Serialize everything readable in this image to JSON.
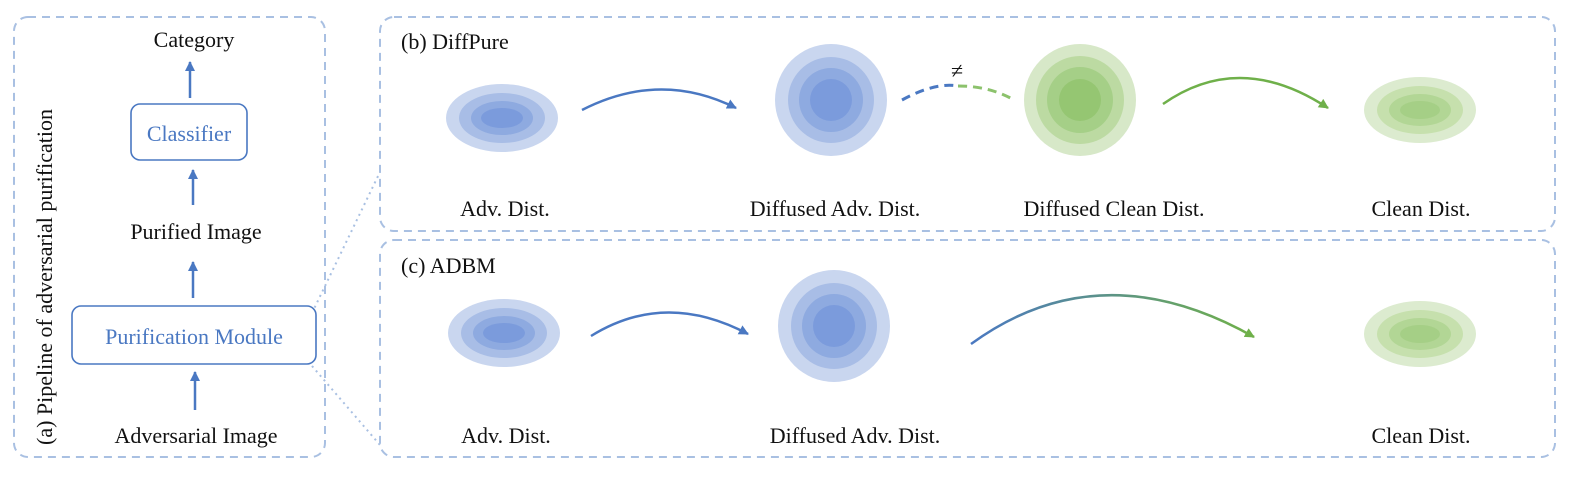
{
  "panel_a": {
    "side_label": "(a) Pipeline of adversarial purification",
    "top_output": "Category",
    "classifier": "Classifier",
    "middle": "Purified Image",
    "module": "Purification Module",
    "input": "Adversarial Image"
  },
  "panel_b": {
    "title": "(b) DiffPure",
    "adv": "Adv. Dist.",
    "diffused_adv": "Diffused Adv. Dist.",
    "diffused_clean": "Diffused Clean Dist.",
    "clean": "Clean Dist.",
    "neq_symbol": "≠"
  },
  "panel_c": {
    "title": "(c) ADBM",
    "adv": "Adv. Dist.",
    "diffused_adv": "Diffused Adv. Dist.",
    "clean": "Clean Dist."
  },
  "colors": {
    "blue": "#4a78c2",
    "green": "#6fb04a",
    "dash_border": "#a9c0e2"
  }
}
